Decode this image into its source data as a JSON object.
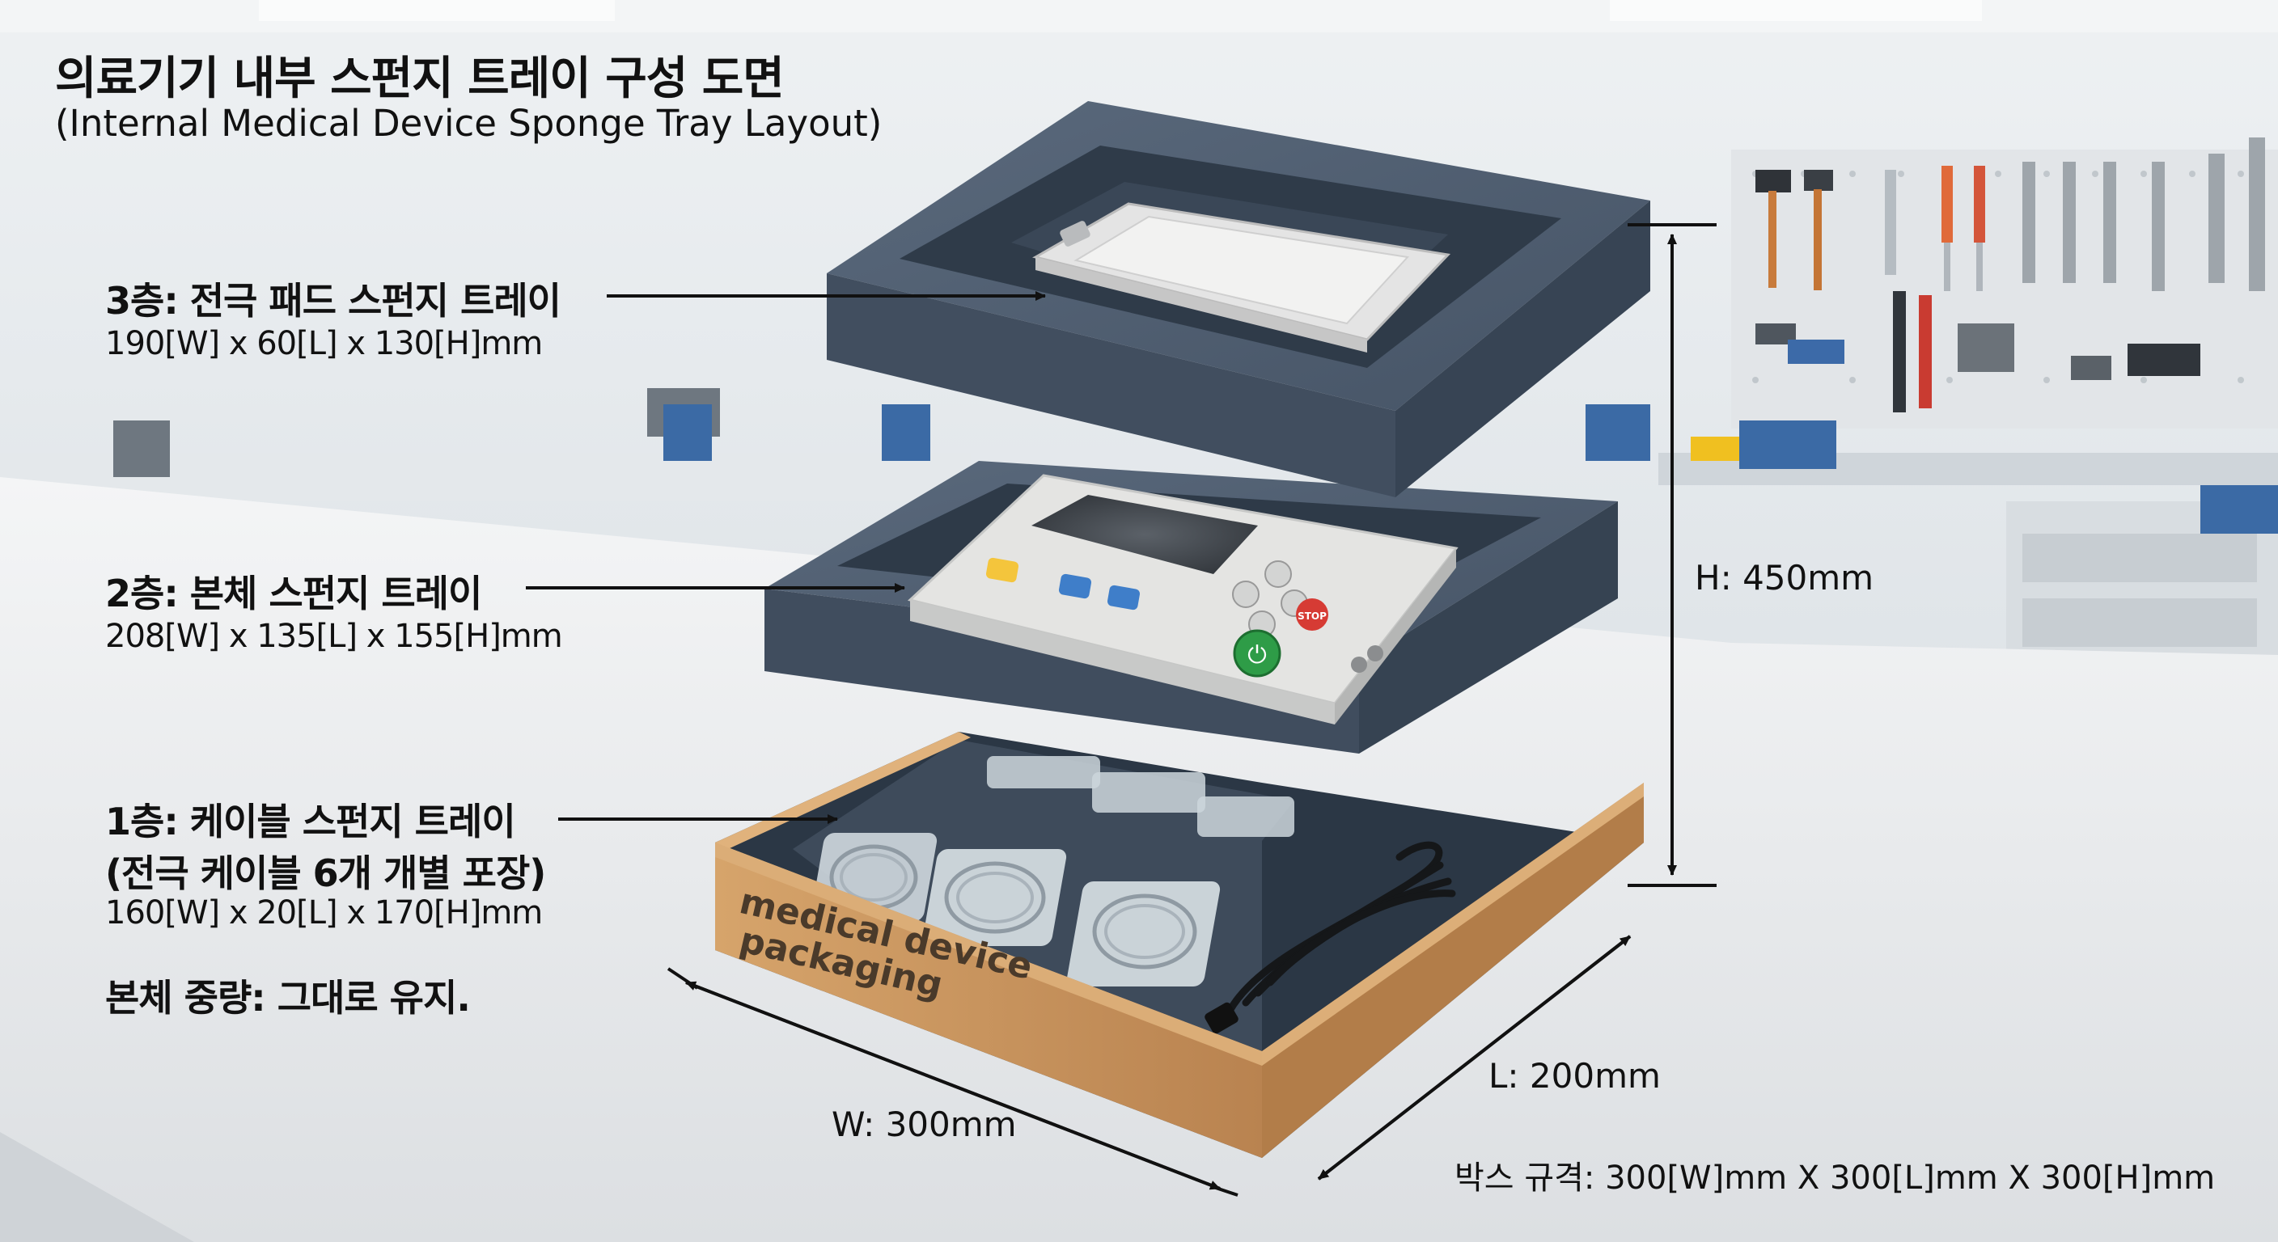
{
  "title": "의료기기 내부 스펀지 트레이 구성 도면",
  "subtitle": "(Internal Medical Device Sponge Tray Layout)",
  "layers": [
    {
      "label": "3층: 전극 패드 스펀지 트레이",
      "dims": "190[W] x 60[L] x 130[H]mm"
    },
    {
      "label": "2층: 본체 스펀지 트레이",
      "dims": "208[W] x 135[L] x 155[H]mm"
    },
    {
      "label": "1층: 케이블 스펀지 트레이",
      "label2": "(전극 케이블 6개 개별 포장)",
      "dims": "160[W] x 20[L] x 170[H]mm"
    }
  ],
  "weight_note": "본체 중량: 그대로 유지.",
  "box_print": [
    "medical device",
    "packaging"
  ],
  "measurements": {
    "height": "H: 450mm",
    "width": "W: 300mm",
    "length": "L: 200mm"
  },
  "box_spec": "박스 규격: 300[W]mm X 300[L]mm X 300[H]mm",
  "device": {
    "button_stop": "STOP",
    "button_power": "⏻"
  },
  "colors": {
    "foam": "#4e5d70",
    "foam_dark": "#394657",
    "cardboard": "#c9935a",
    "device": "#e6e6e4"
  }
}
